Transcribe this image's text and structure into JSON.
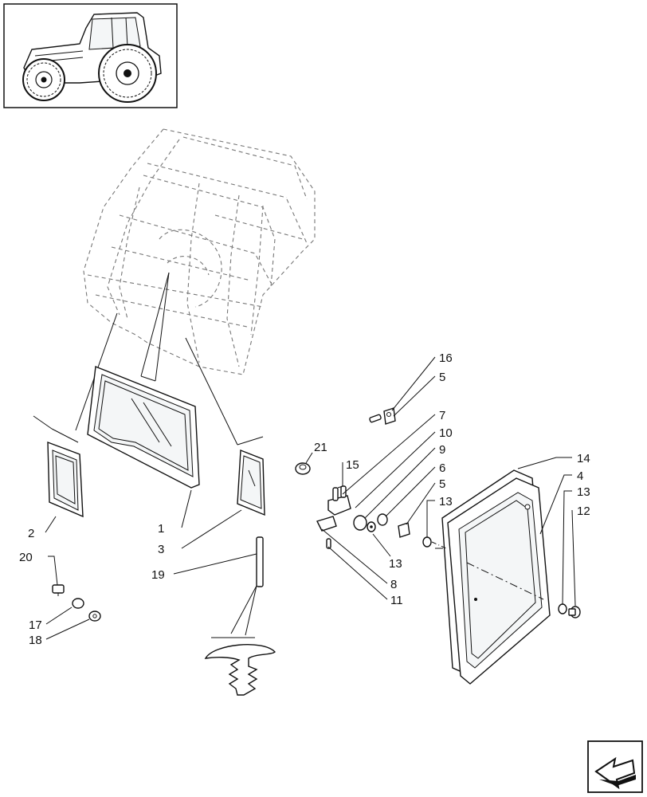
{
  "callouts": [
    {
      "id": "c16",
      "text": "16"
    },
    {
      "id": "c5a",
      "text": "5"
    },
    {
      "id": "c7",
      "text": "7"
    },
    {
      "id": "c10",
      "text": "10"
    },
    {
      "id": "c9",
      "text": "9"
    },
    {
      "id": "c6",
      "text": "6"
    },
    {
      "id": "c5b",
      "text": "5"
    },
    {
      "id": "c13a",
      "text": "13"
    },
    {
      "id": "c14",
      "text": "14"
    },
    {
      "id": "c4",
      "text": "4"
    },
    {
      "id": "c13b",
      "text": "13"
    },
    {
      "id": "c12",
      "text": "12"
    },
    {
      "id": "c21",
      "text": "21"
    },
    {
      "id": "c15",
      "text": "15"
    },
    {
      "id": "c13c",
      "text": "13"
    },
    {
      "id": "c8",
      "text": "8"
    },
    {
      "id": "c11",
      "text": "11"
    },
    {
      "id": "c2",
      "text": "2"
    },
    {
      "id": "c1",
      "text": "1"
    },
    {
      "id": "c3",
      "text": "3"
    },
    {
      "id": "c20",
      "text": "20"
    },
    {
      "id": "c19",
      "text": "19"
    },
    {
      "id": "c17",
      "text": "17"
    },
    {
      "id": "c18",
      "text": "18"
    }
  ],
  "icons": {
    "thumbnail": "tractor-thumbnail-icon",
    "nav": "next-page-arrow-icon"
  },
  "colors": {
    "line": "#111111",
    "phantom": "#777777",
    "background": "#ffffff"
  }
}
